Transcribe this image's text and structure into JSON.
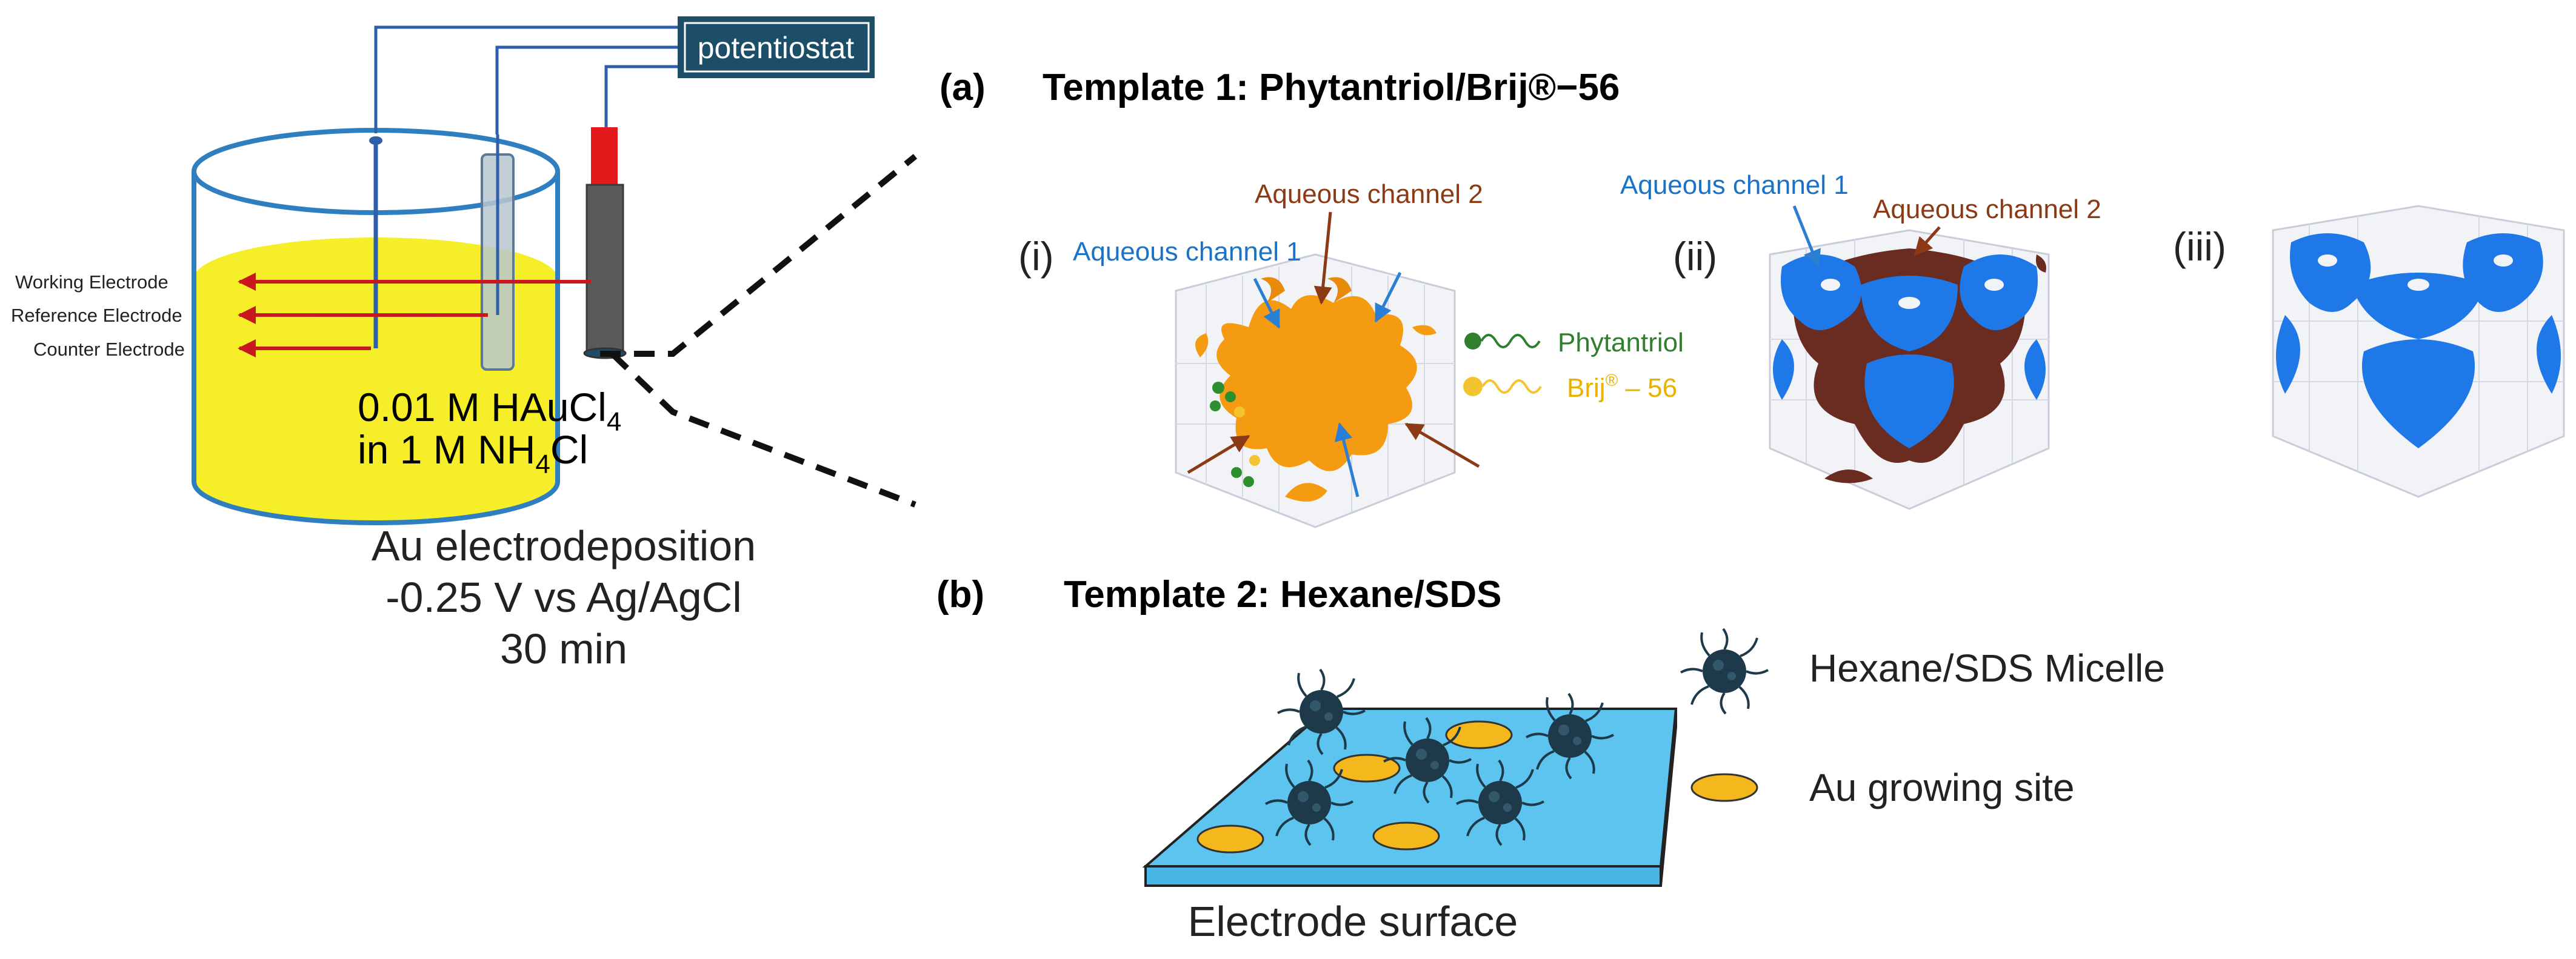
{
  "cell": {
    "potentiostat": "potentiostat",
    "electrodes": [
      "Working Electrode",
      "Reference Electrode",
      "Counter Electrode"
    ],
    "solution_line1_prefix": "0.01 M HAuCl",
    "solution_line1_sub": "4",
    "solution_line2_prefix": "in 1 M NH",
    "solution_line2_sub": "4",
    "solution_line2_suffix": "Cl",
    "method_lines": [
      "Au electrodeposition",
      "-0.25 V vs Ag/AgCl",
      "30 min"
    ]
  },
  "panel_a": {
    "label": "(a)",
    "title": "Template 1: Phytantriol/Brij®−56",
    "subpanels": [
      "(i)",
      "(ii)",
      "(iii)"
    ],
    "channel1": "Aqueous channel 1",
    "channel2": "Aqueous channel 2",
    "legend_phytantriol": "Phytantriol",
    "legend_brij": "Brij",
    "legend_brij_sup": "®",
    "legend_brij_suffix": " – 56"
  },
  "panel_b": {
    "label": "(b)",
    "title": "Template 2: Hexane/SDS",
    "legend_micelle": "Hexane/SDS Micelle",
    "legend_site": "Au growing site",
    "surface_label": "Electrode surface"
  },
  "colors": {
    "solution_yellow": "#f7ee2a",
    "cell_outline": "#2f7fc0",
    "potentiostat_box": "#1d4e68",
    "channel_orange": "#f59b12",
    "channel_blue": "#1f78e8",
    "channel_brown": "#6a2b21",
    "electrode_plate": "#5cc4ee",
    "gold_site": "#f4b71c",
    "arrow_red": "#c8181e"
  }
}
